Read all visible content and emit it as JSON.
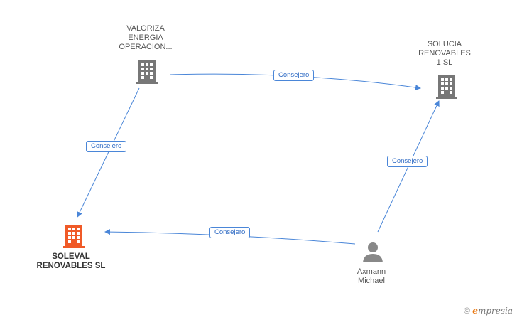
{
  "nodes": {
    "valoriza": {
      "label": "VALORIZA\nENERGIA\nOPERACION...",
      "type": "company"
    },
    "solucia": {
      "label": "SOLUCIA\nRENOVABLES\n1 SL",
      "type": "company"
    },
    "soleval": {
      "label": "SOLEVAL\nRENOVABLES SL",
      "type": "company-main"
    },
    "axmann": {
      "label": "Axmann\nMichael",
      "type": "person"
    }
  },
  "edges": {
    "valoriza_solucia": "Consejero",
    "valoriza_soleval": "Consejero",
    "axmann_solucia": "Consejero",
    "axmann_soleval": "Consejero"
  },
  "colors": {
    "company": "#777777",
    "main_company": "#f05a28",
    "person": "#888888",
    "edge": "#4a86d8"
  },
  "footer": {
    "symbol": "©",
    "brand_first": "e",
    "brand_rest": "mpresia"
  }
}
